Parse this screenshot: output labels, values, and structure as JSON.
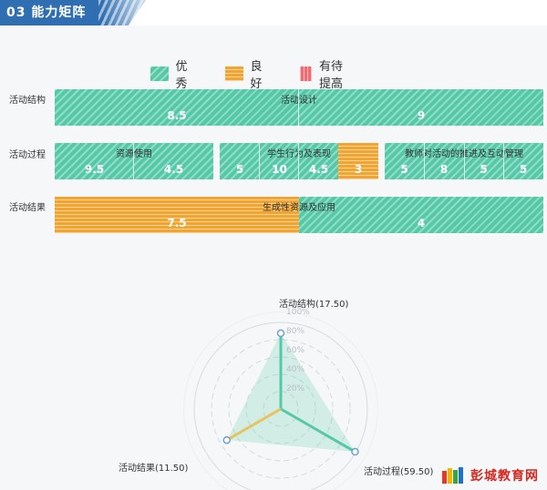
{
  "header": {
    "title": "03  能力矩阵"
  },
  "legend": [
    {
      "label": "优秀",
      "color": "#55c9a6"
    },
    {
      "label": "良好",
      "color": "#f2a42e"
    },
    {
      "label": "有待提高",
      "color": "#f26b73"
    }
  ],
  "rows": [
    {
      "label": "活动结构"
    },
    {
      "label": "活动过程"
    },
    {
      "label": "活动结果"
    }
  ],
  "segments": {
    "structure": {
      "title": "活动设计",
      "values": [
        "8.5",
        "9"
      ]
    },
    "process": [
      {
        "title": "资源使用",
        "values": [
          "9.5",
          "4.5"
        ]
      },
      {
        "title": "学生行为及表现",
        "values": [
          "5",
          "10",
          "4.5",
          "3"
        ]
      },
      {
        "title": "教师对活动的推进及互动管理",
        "values": [
          "5",
          "8",
          "5",
          "5"
        ]
      }
    ],
    "result": {
      "title": "生成性资源及应用",
      "values": [
        "7.5",
        "4"
      ]
    }
  },
  "radar": {
    "axes": [
      {
        "label": "活动结构(17.50)",
        "value": 0.875
      },
      {
        "label": "活动过程(59.50)",
        "value": 0.99
      },
      {
        "label": "活动结果(11.50)",
        "value": 0.72
      }
    ],
    "rings": [
      "100%",
      "80%",
      "60%",
      "40%",
      "20%"
    ]
  },
  "logo": {
    "text": "彭城教育网"
  }
}
